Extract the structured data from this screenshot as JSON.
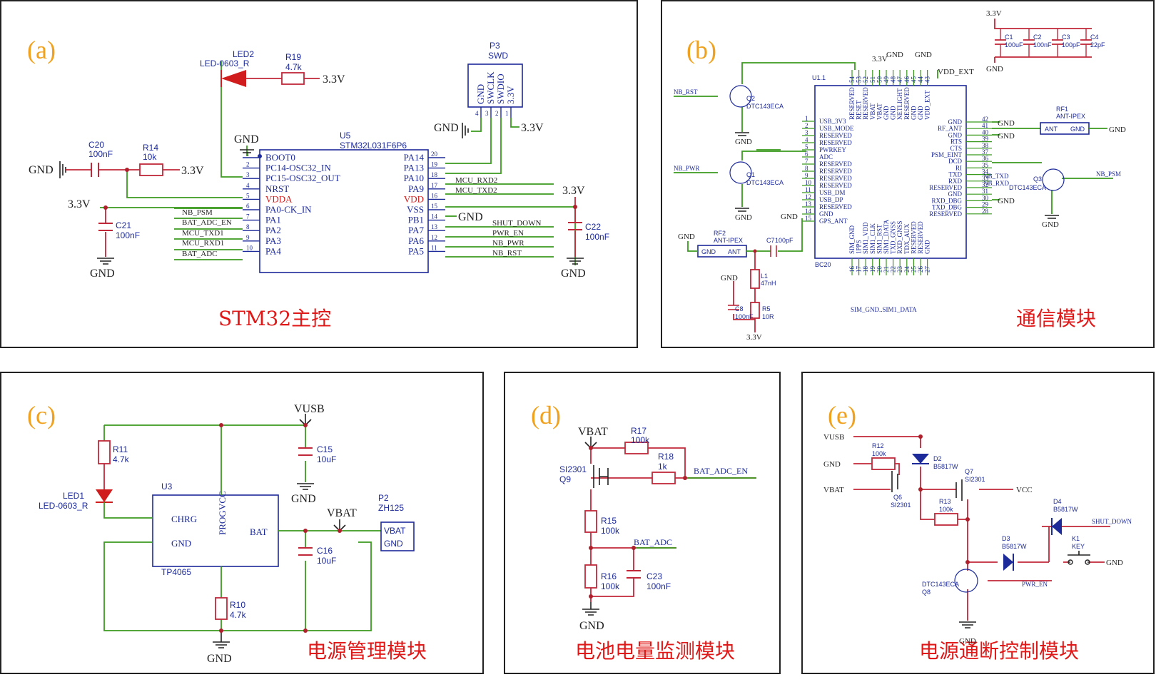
{
  "panels": {
    "a": {
      "letter": "(a)",
      "caption": "STM32主控"
    },
    "b": {
      "letter": "(b)",
      "caption": "通信模块"
    },
    "c": {
      "letter": "(c)",
      "caption": "电源管理模块"
    },
    "d": {
      "letter": "(d)",
      "caption": "电池电量监测模块"
    },
    "e": {
      "letter": "(e)",
      "caption": "电源通断控制模块"
    }
  },
  "nets": {
    "gnd": "GND",
    "v33": "3.3V",
    "vusb": "VUSB",
    "vbat": "VBAT",
    "vcc": "VCC",
    "vdd_ext": "VDD_EXT"
  },
  "stm32": {
    "ref": "U5",
    "part": "STM32L031F6P6",
    "left_pins": [
      {
        "num": "1",
        "name": "BOOT0",
        "net": ""
      },
      {
        "num": "2",
        "name": "PC14-OSC32_IN",
        "net": ""
      },
      {
        "num": "3",
        "name": "PC15-OSC32_OUT",
        "net": ""
      },
      {
        "num": "4",
        "name": "NRST",
        "net": ""
      },
      {
        "num": "5",
        "name": "VDDA",
        "net": ""
      },
      {
        "num": "6",
        "name": "PA0-CK_IN",
        "net": "NB_PSM"
      },
      {
        "num": "7",
        "name": "PA1",
        "net": "BAT_ADC_EN"
      },
      {
        "num": "8",
        "name": "PA2",
        "net": "MCU_TXD1"
      },
      {
        "num": "9",
        "name": "PA3",
        "net": "MCU_RXD1"
      },
      {
        "num": "10",
        "name": "PA4",
        "net": "BAT_ADC"
      }
    ],
    "right_pins": [
      {
        "num": "20",
        "name": "PA14",
        "net": ""
      },
      {
        "num": "19",
        "name": "PA13",
        "net": ""
      },
      {
        "num": "18",
        "name": "PA10",
        "net": "MCU_RXD2"
      },
      {
        "num": "17",
        "name": "PA9",
        "net": "MCU_TXD2"
      },
      {
        "num": "16",
        "name": "VDD",
        "net": ""
      },
      {
        "num": "15",
        "name": "VSS",
        "net": ""
      },
      {
        "num": "14",
        "name": "PB1",
        "net": "SHUT_DOWN"
      },
      {
        "num": "13",
        "name": "PA7",
        "net": "PWR_EN"
      },
      {
        "num": "12",
        "name": "PA6",
        "net": "NB_PWR"
      },
      {
        "num": "11",
        "name": "PA5",
        "net": "NB_RST"
      }
    ],
    "led2": {
      "ref": "LED2",
      "part": "LED-0603_R"
    },
    "r19": {
      "ref": "R19",
      "value": "4.7k"
    },
    "c20": {
      "ref": "C20",
      "value": "100nF"
    },
    "r14": {
      "ref": "R14",
      "value": "10k"
    },
    "c21": {
      "ref": "C21",
      "value": "100nF"
    },
    "c22": {
      "ref": "C22",
      "value": "100nF"
    },
    "p3": {
      "ref": "P3",
      "part": "SWD",
      "pins": [
        "GND",
        "SWCLK",
        "SWDIO",
        "3.3V"
      ],
      "nums": [
        "4",
        "3",
        "2",
        "1"
      ]
    }
  },
  "bc20": {
    "ref": "U1.1",
    "part": "BC20",
    "left_pins": [
      {
        "num": "1",
        "name": "USB_3V3"
      },
      {
        "num": "2",
        "name": "USB_MODE"
      },
      {
        "num": "3",
        "name": "RESERVED"
      },
      {
        "num": "4",
        "name": "RESERVED"
      },
      {
        "num": "5",
        "name": "PWRKEY"
      },
      {
        "num": "6",
        "name": "ADC"
      },
      {
        "num": "7",
        "name": "RESERVED"
      },
      {
        "num": "8",
        "name": "RESERVED"
      },
      {
        "num": "9",
        "name": "RESERVED"
      },
      {
        "num": "10",
        "name": "RESERVED"
      },
      {
        "num": "11",
        "name": "USB_DM"
      },
      {
        "num": "12",
        "name": "USB_DP"
      },
      {
        "num": "13",
        "name": "RESERVED"
      },
      {
        "num": "14",
        "name": "GND"
      },
      {
        "num": "15",
        "name": "GPS_ANT"
      }
    ],
    "right_pins": [
      {
        "num": "42",
        "name": "GND"
      },
      {
        "num": "41",
        "name": "RF_ANT"
      },
      {
        "num": "40",
        "name": "GND"
      },
      {
        "num": "39",
        "name": "RTS"
      },
      {
        "num": "38",
        "name": "CTS"
      },
      {
        "num": "37",
        "name": "PSM_EINT"
      },
      {
        "num": "36",
        "name": "DCD"
      },
      {
        "num": "35",
        "name": "RI"
      },
      {
        "num": "34",
        "name": "TXD"
      },
      {
        "num": "33",
        "name": "RXD"
      },
      {
        "num": "32",
        "name": "RESERVED"
      },
      {
        "num": "31",
        "name": "GND"
      },
      {
        "num": "30",
        "name": "RXD_DBG"
      },
      {
        "num": "29",
        "name": "TXD_DBG"
      },
      {
        "num": "28",
        "name": "RESERVED"
      }
    ],
    "top_pins": [
      {
        "num": "54",
        "name": "RESERVED"
      },
      {
        "num": "53",
        "name": "RESET"
      },
      {
        "num": "52",
        "name": "RESERVED"
      },
      {
        "num": "51",
        "name": "VBAT"
      },
      {
        "num": "50",
        "name": "VBAT"
      },
      {
        "num": "49",
        "name": "GND"
      },
      {
        "num": "48",
        "name": "GND"
      },
      {
        "num": "47",
        "name": "NETLIGHT"
      },
      {
        "num": "46",
        "name": "RESERVED"
      },
      {
        "num": "45",
        "name": "GND"
      },
      {
        "num": "44",
        "name": "GND"
      },
      {
        "num": "43",
        "name": "VDD_EXT"
      }
    ],
    "bottom_pins": [
      {
        "num": "16",
        "name": "SIM_GND"
      },
      {
        "num": "17",
        "name": "1PPS"
      },
      {
        "num": "18",
        "name": "SIM1_VDD"
      },
      {
        "num": "19",
        "name": "SIM1_CLK"
      },
      {
        "num": "20",
        "name": "SIM1_RST"
      },
      {
        "num": "21",
        "name": "SIM1_DATA"
      },
      {
        "num": "22",
        "name": "TXD_GNSS"
      },
      {
        "num": "23",
        "name": "RXD_GNSS"
      },
      {
        "num": "24",
        "name": "TDX_AUX"
      },
      {
        "num": "25",
        "name": "RESERVED"
      },
      {
        "num": "26",
        "name": "RESERVED"
      },
      {
        "num": "27",
        "name": "GND"
      }
    ],
    "q2": {
      "ref": "Q2",
      "part": "DTC143ECA",
      "net": "NB_RST"
    },
    "q1": {
      "ref": "Q1",
      "part": "DTC143ECA",
      "net": "NB_PWR"
    },
    "q3": {
      "ref": "Q3",
      "part": "DTC143ECA",
      "net": "NB_PSM"
    },
    "caps": [
      {
        "ref": "C1",
        "value": "100uF"
      },
      {
        "ref": "C2",
        "value": "100nF"
      },
      {
        "ref": "C3",
        "value": "100pF"
      },
      {
        "ref": "C4",
        "value": "22pF"
      }
    ],
    "rf1": {
      "ref": "RF1",
      "part": "ANT-IPEX",
      "p1": "ANT",
      "p2": "GND"
    },
    "rf2": {
      "ref": "RF2",
      "part": "ANT-IPEX",
      "p1": "GND",
      "p2": "ANT"
    },
    "c7": {
      "ref": "C7",
      "value": "100pF"
    },
    "l1": {
      "ref": "L1",
      "value": "47nH"
    },
    "c8": {
      "ref": "C8",
      "value": "100nF"
    },
    "r5": {
      "ref": "R5",
      "value": "10R"
    },
    "nb_txd": "NB_TXD",
    "nb_rxd": "NB_RXD",
    "sim_label": "SIM_GND..SIM1_DATA"
  },
  "power": {
    "u3": {
      "ref": "U3",
      "part": "TP4065",
      "pins": {
        "chrg": "CHRG",
        "gnd": "GND",
        "prog": "PROG",
        "vcc": "VCC",
        "bat": "BAT"
      }
    },
    "r11": {
      "ref": "R11",
      "value": "4.7k"
    },
    "led1": {
      "ref": "LED1",
      "part": "LED-0603_R"
    },
    "c15": {
      "ref": "C15",
      "value": "10uF"
    },
    "c16": {
      "ref": "C16",
      "value": "10uF"
    },
    "r10": {
      "ref": "R10",
      "value": "4.7k"
    },
    "p2": {
      "ref": "P2",
      "part": "ZH125",
      "pins": [
        "VBAT",
        "GND"
      ]
    }
  },
  "battery": {
    "r17": {
      "ref": "R17",
      "value": "100k"
    },
    "r18": {
      "ref": "R18",
      "value": "1k"
    },
    "q9": {
      "ref": "Q9",
      "part": "SI2301"
    },
    "r15": {
      "ref": "R15",
      "value": "100k"
    },
    "r16": {
      "ref": "R16",
      "value": "100k"
    },
    "c23": {
      "ref": "C23",
      "value": "100nF"
    },
    "bat_adc_en": "BAT_ADC_EN",
    "bat_adc": "BAT_ADC"
  },
  "switch": {
    "r12": {
      "ref": "R12",
      "value": "100k"
    },
    "d2": {
      "ref": "D2",
      "part": "B5817W"
    },
    "q7": {
      "ref": "Q7",
      "part": "SI2301"
    },
    "q6": {
      "ref": "Q6",
      "part": "SI2301"
    },
    "r13": {
      "ref": "R13",
      "value": "100k"
    },
    "d4": {
      "ref": "D4",
      "part": "B5817W"
    },
    "d3": {
      "ref": "D3",
      "part": "B5817W"
    },
    "k1": {
      "ref": "K1",
      "part": "KEY"
    },
    "q8": {
      "ref": "Q8",
      "part": "DTC143ECA"
    },
    "shut_down": "SHUT_DOWN",
    "pwr_en": "PWR_EN"
  }
}
